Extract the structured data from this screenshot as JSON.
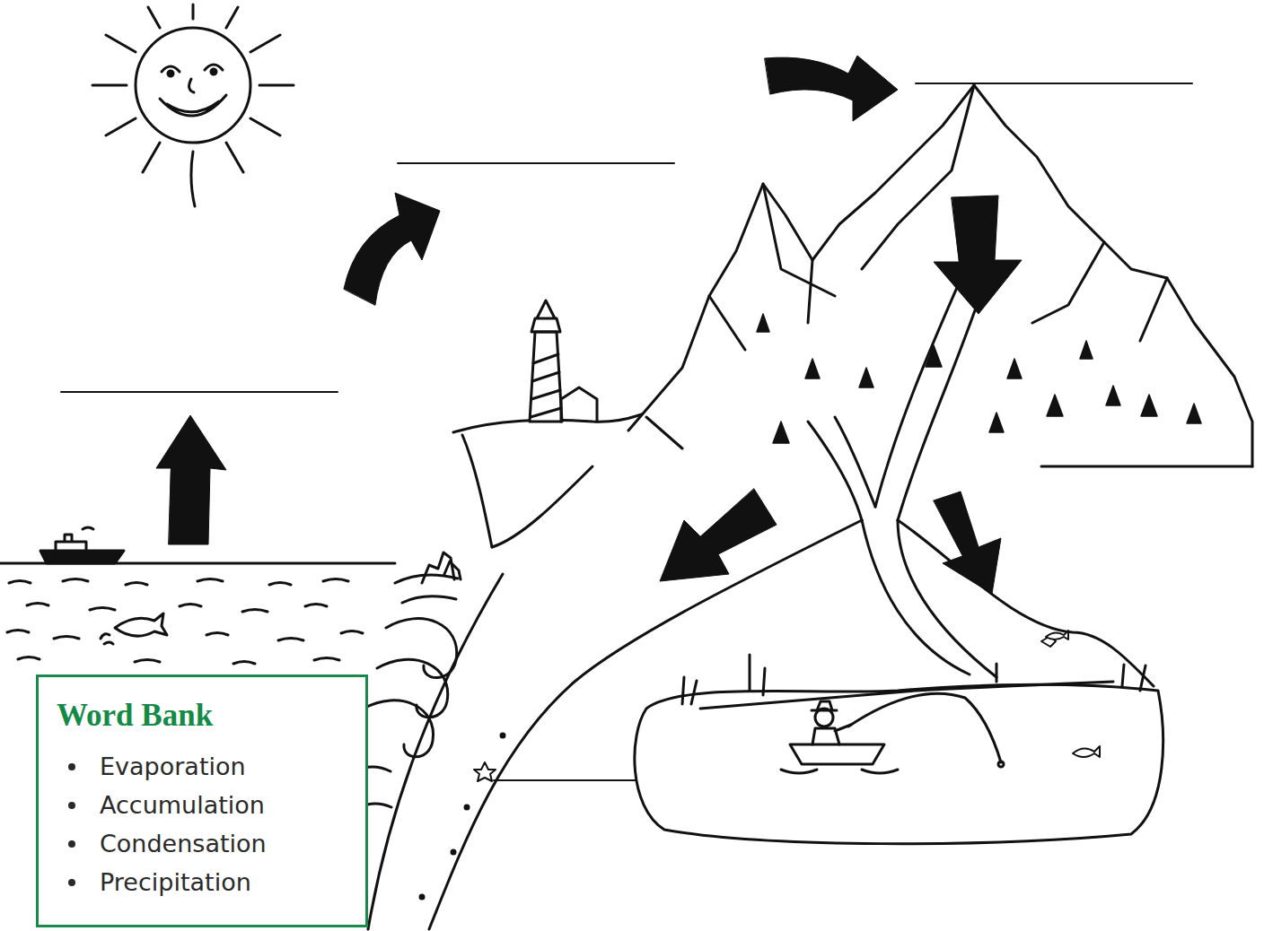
{
  "diagram": {
    "nodes": [
      {
        "text": [
          "Word Bank",
          "Evaporation",
          "Accumulation",
          "Condensation",
          "Precipitation"
        ]
      }
    ]
  }
}
